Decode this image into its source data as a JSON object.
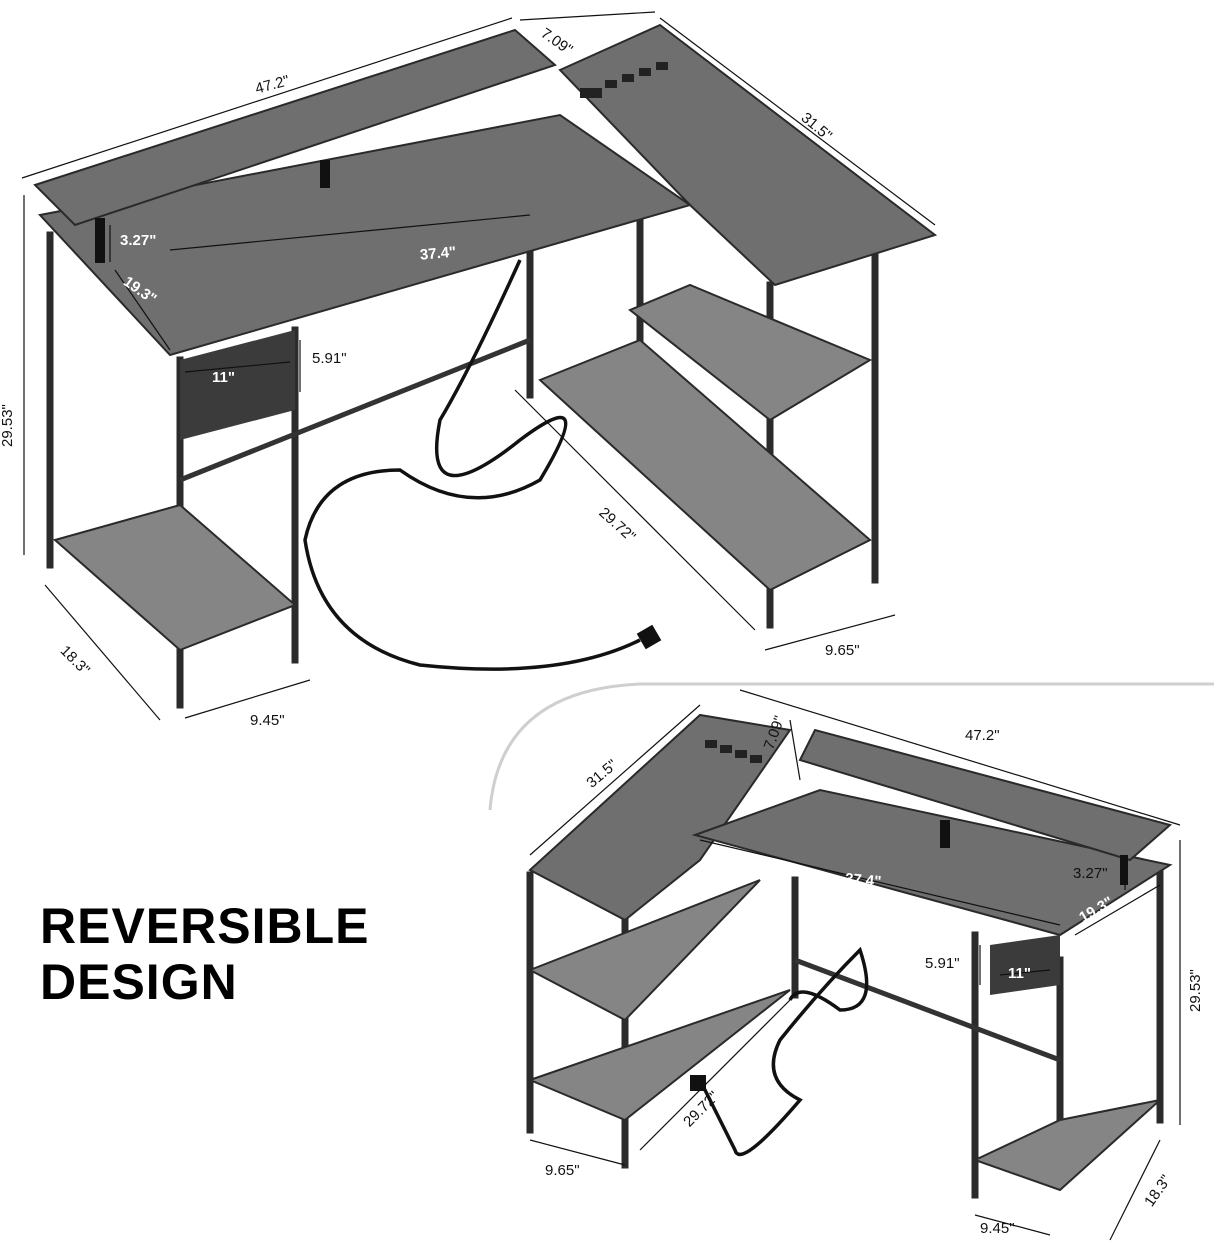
{
  "headline": {
    "line1": "REVERSIBLE",
    "line2": "DESIGN"
  },
  "top_view": {
    "dimensions": [
      "47.2\"",
      "7.09\"",
      "31.5\"",
      "3.27\"",
      "37.4\"",
      "19.3\"",
      "5.91\"",
      "11\"",
      "29.53\"",
      "29.72\"",
      "18.3\"",
      "9.45\"",
      "9.65\""
    ]
  },
  "bottom_view": {
    "dimensions": [
      "31.5\"",
      "7.09\"",
      "47.2\"",
      "37.4\"",
      "3.27\"",
      "19.3\"",
      "5.91\"",
      "11\"",
      "29.53\"",
      "29.72\"",
      "9.65\"",
      "18.3\"",
      "9.45\""
    ]
  },
  "colors": {
    "wood": "#6f6f6f",
    "frame": "#2b2b2b",
    "background": "#ffffff"
  }
}
